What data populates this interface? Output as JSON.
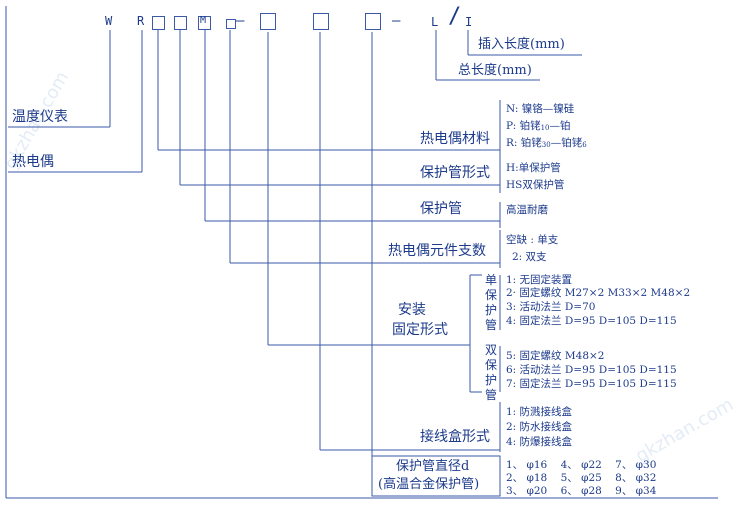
{
  "watermark": "gkzhan.com",
  "code": {
    "w": "W",
    "r": "R",
    "m": "M",
    "l": "L",
    "i": "I",
    "slash": "/",
    "dash1": "—",
    "dash2": "—"
  },
  "top_labels": {
    "insert_length": "插入长度(mm)",
    "total_length": "总长度(mm)"
  },
  "left_labels": {
    "instrument": "温度仪表",
    "thermocouple": "热电偶"
  },
  "groups": {
    "material": {
      "label": "热电偶材料",
      "options": [
        "N: 镍铬—镍硅",
        "P: 铂铑",
        "R: 铂铑"
      ],
      "p_sub": "10",
      "p_tail": "—铂",
      "r_sub1": "30",
      "r_mid": "—铂铑",
      "r_sub2": "6"
    },
    "tube_form": {
      "label": "保护管形式",
      "options": [
        "H:单保护管",
        "HS双保护管"
      ]
    },
    "tube": {
      "label": "保护管",
      "options": [
        "高温耐磨"
      ]
    },
    "element_count": {
      "label": "热电偶元件支数",
      "options": [
        "空缺 : 单支",
        "2: 双支"
      ]
    },
    "mounting": {
      "label_line1": "安装",
      "label_line2": "固定形式",
      "single_label": "单保护管",
      "single_options": [
        "1: 无固定装置",
        "2· 固定螺纹 M27×2 M33×2 M48×2",
        "3: 活动法兰 D=70",
        "4: 固定法兰 D=95 D=105 D=115"
      ],
      "double_label": "双保护管",
      "double_options": [
        "5: 固定螺纹 M48×2",
        "6: 活动法兰 D=95 D=105 D=115",
        "7: 固定法兰 D=95 D=105 D=115"
      ]
    },
    "junction_box": {
      "label": "接线盒形式",
      "options": [
        "1: 防溅接线盒",
        "2: 防水接线盒",
        "4: 防爆接线盒"
      ]
    },
    "diameter": {
      "label_line1": "保护管直径d",
      "label_line2": "(高温合金保护管)",
      "options": [
        "1、 φ16    4、 φ22    7、 φ30",
        "2、 φ18    5、 φ25    8、 φ32",
        "3、 φ20    6、 φ28    9、 φ34"
      ]
    }
  },
  "colors": {
    "text": "#1d3b8c",
    "line": "#3a5aa8"
  }
}
